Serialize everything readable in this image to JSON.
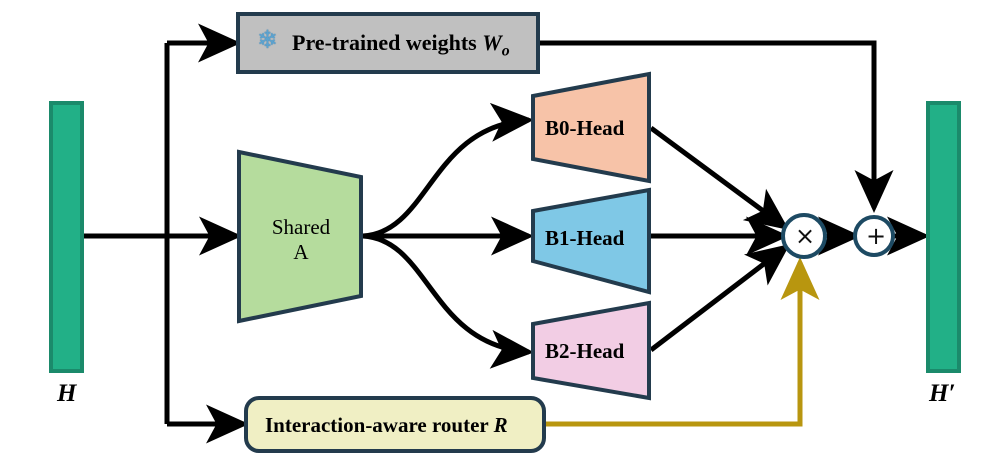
{
  "figure": {
    "type": "architecture-diagram",
    "background": "#ffffff"
  },
  "io": {
    "input": {
      "label": "H",
      "color": "#22b087",
      "border": "#1b8a6b"
    },
    "output": {
      "label": "H′",
      "color": "#22b087",
      "border": "#1b8a6b"
    }
  },
  "nodes": {
    "pretrained": {
      "label_prefix": "Pre-trained weights ",
      "label_symbol": "W",
      "label_subscript": "o",
      "icon": "snowflake-icon",
      "icon_glyph": "❄",
      "fill": "#c0c0c0",
      "border": "#233b4d"
    },
    "shared_a": {
      "label_line1": "Shared",
      "label_line2": "A",
      "fill": "#b5dc9d",
      "border": "#233b4d"
    },
    "heads": [
      {
        "label": "B0-Head",
        "fill": "#f7c3a8",
        "border": "#233b4d"
      },
      {
        "label": "B1-Head",
        "fill": "#7fc8e6",
        "border": "#233b4d"
      },
      {
        "label": "B2-Head",
        "fill": "#f2cde4",
        "border": "#233b4d"
      }
    ],
    "router": {
      "label_prefix": "Interaction-aware router ",
      "label_symbol": "R",
      "fill": "#f0efc4",
      "border": "#233b4d"
    },
    "operators": [
      {
        "name": "multiply",
        "glyph": "×",
        "border": "#1d4a63",
        "fill": "#ffffff"
      },
      {
        "name": "add",
        "glyph": "+",
        "border": "#1d4a63",
        "fill": "#ffffff"
      }
    ]
  },
  "edges": {
    "default_color": "#000000",
    "router_color": "#b8960f"
  }
}
